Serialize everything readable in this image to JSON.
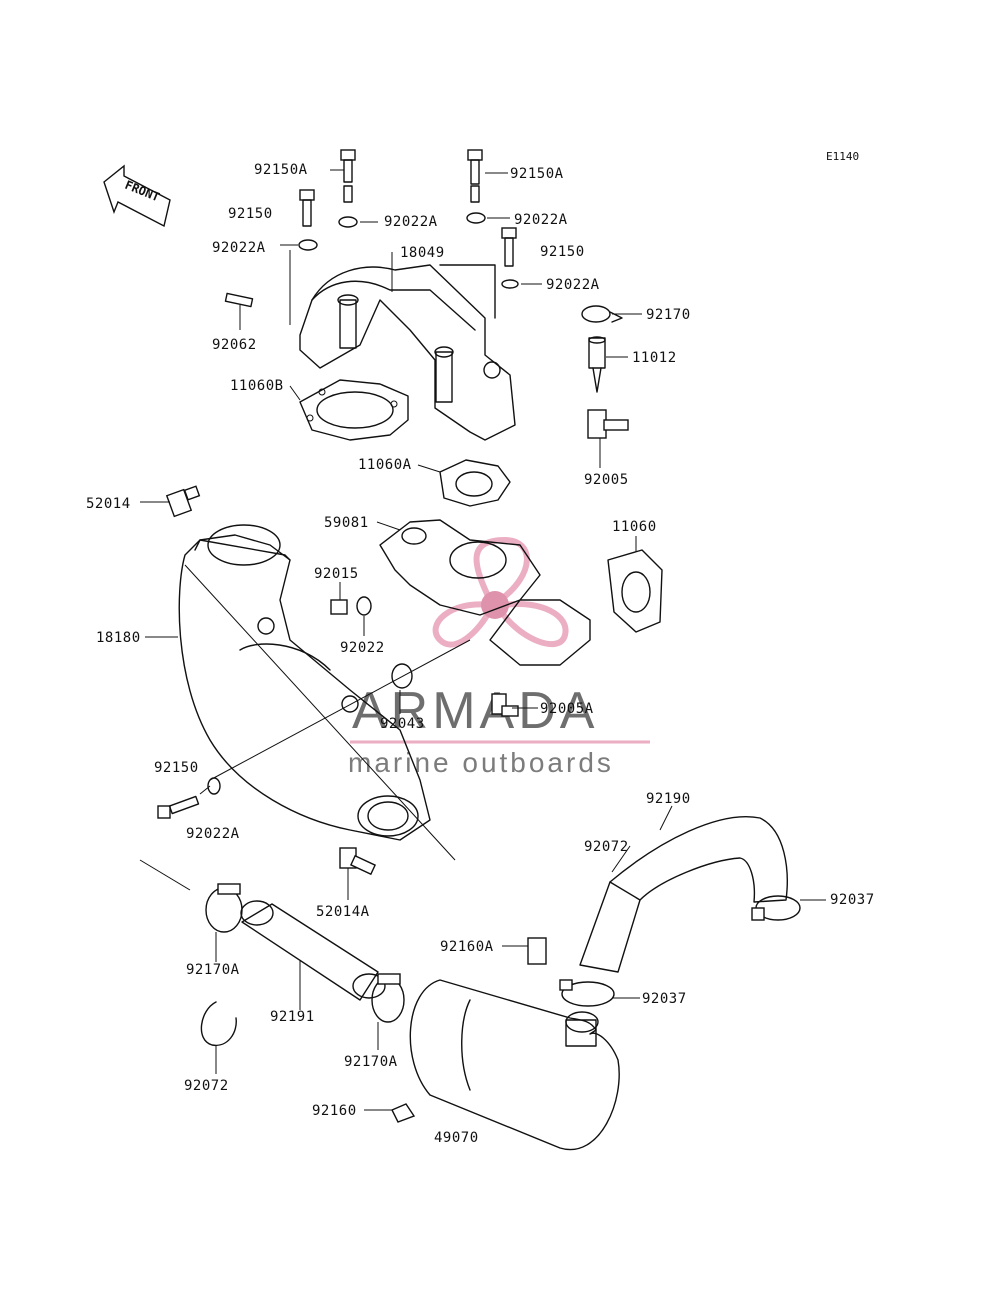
{
  "diagram_code": "E1140",
  "front_label": "FRONT",
  "watermark": {
    "brand": "ARMADA",
    "tagline": "marine outboards",
    "accent_color": "#e8a0b8",
    "text_color": "#555555"
  },
  "labels": {
    "l_92150A_left": "92150A",
    "l_92150A_right": "92150A",
    "l_92150_left": "92150",
    "l_92022A_a": "92022A",
    "l_92022A_b": "92022A",
    "l_92022A_c": "92022A",
    "l_92022A_d": "92022A",
    "l_18049": "18049",
    "l_92150_right": "92150",
    "l_92170": "92170",
    "l_92062": "92062",
    "l_11012": "11012",
    "l_11060B": "11060B",
    "l_92005": "92005",
    "l_11060A": "11060A",
    "l_52014": "52014",
    "l_59081": "59081",
    "l_11060": "11060",
    "l_92015": "92015",
    "l_18180": "18180",
    "l_92022": "92022",
    "l_92005A": "92005A",
    "l_92043": "92043",
    "l_92150_low": "92150",
    "l_92022A_low": "92022A",
    "l_92190": "92190",
    "l_92072_right": "92072",
    "l_52014A": "52014A",
    "l_92037_right": "92037",
    "l_92160A": "92160A",
    "l_92170A_left": "92170A",
    "l_92037_mid": "92037",
    "l_92191": "92191",
    "l_92170A_mid": "92170A",
    "l_92072_left": "92072",
    "l_92160": "92160",
    "l_49070": "49070"
  }
}
